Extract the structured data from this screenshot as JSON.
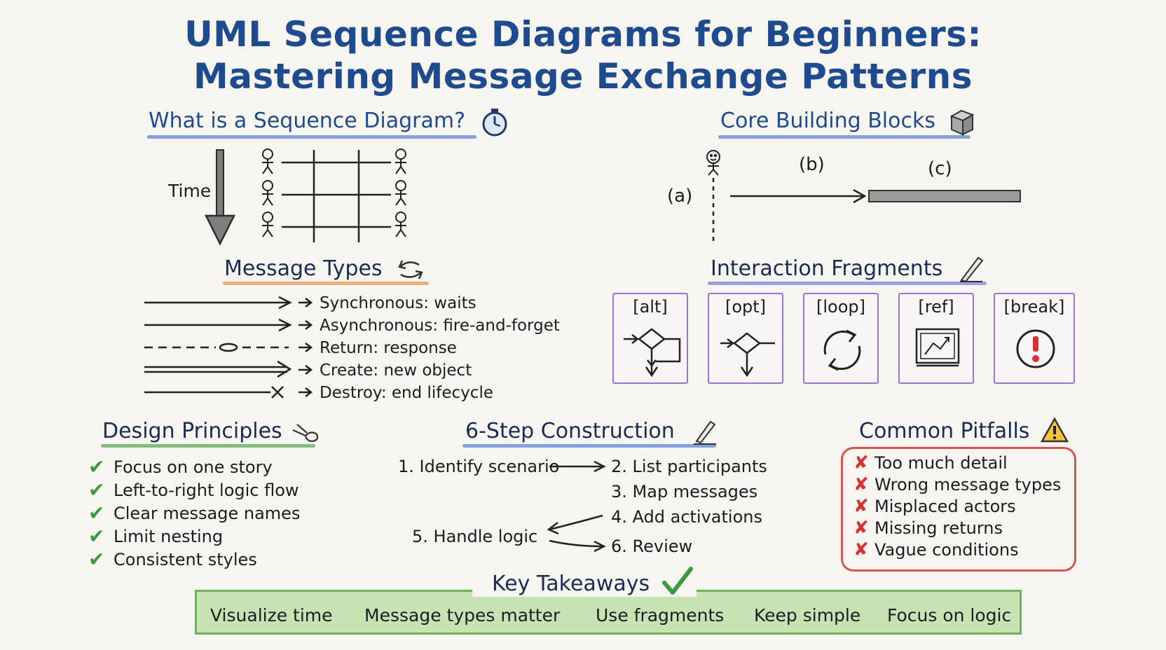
{
  "title": {
    "line1": "UML Sequence Diagrams for Beginners:",
    "line2": "Mastering Message Exchange Patterns"
  },
  "what_is": {
    "heading": "What is a Sequence Diagram?",
    "heading_icon": "stopwatch-icon",
    "time_label": "Time"
  },
  "core_blocks": {
    "heading": "Core Building Blocks",
    "heading_icon": "cube-icon",
    "label_a": "(a)",
    "label_b": "(b)",
    "label_c": "(c)"
  },
  "message_types": {
    "heading": "Message Types",
    "heading_icon": "swap-arrows-icon",
    "items": [
      {
        "label": "Synchronous: waits",
        "style": "solid"
      },
      {
        "label": "Asynchronous: fire-and-forget",
        "style": "solid"
      },
      {
        "label": "Return: response",
        "style": "dashed"
      },
      {
        "label": "Create: new object",
        "style": "double"
      },
      {
        "label": "Destroy: end lifecycle",
        "style": "cross"
      }
    ]
  },
  "fragments": {
    "heading": "Interaction Fragments",
    "heading_icon": "pencil-ruler-icon",
    "items": [
      {
        "label": "[alt]",
        "icon": "decision-flow-icon"
      },
      {
        "label": "[opt]",
        "icon": "optional-decision-icon"
      },
      {
        "label": "[loop]",
        "icon": "loop-arrows-icon"
      },
      {
        "label": "[ref]",
        "icon": "reference-chart-icon"
      },
      {
        "label": "[break]",
        "icon": "alert-circle-icon"
      }
    ]
  },
  "design": {
    "heading": "Design Principles",
    "heading_icon": "hand-pointer-icon",
    "items": [
      "Focus on one story",
      "Left-to-right logic flow",
      "Clear message names",
      "Limit nesting",
      "Consistent styles"
    ]
  },
  "construction": {
    "heading": "6-Step Construction",
    "heading_icon": "pencil-icon",
    "step1": "1. Identify scenario",
    "step2": "2. List participants",
    "step3": "3. Map messages",
    "step4": "4. Add activations",
    "step5": "5. Handle logic",
    "step6": "6. Review"
  },
  "pitfalls": {
    "heading": "Common Pitfalls",
    "heading_icon": "warning-icon",
    "items": [
      "Too much detail",
      "Wrong message types",
      "Misplaced actors",
      "Missing returns",
      "Vague conditions"
    ]
  },
  "takeaways": {
    "heading": "Key Takeaways",
    "heading_icon": "checkmark-icon",
    "items": [
      "Visualize time",
      "Message types matter",
      "Use fragments",
      "Keep simple",
      "Focus on logic"
    ]
  },
  "colors": {
    "title": "#1e4b8f",
    "underline_blue": "#5a86d6",
    "underline_orange": "#e59a55",
    "underline_purple": "#7b84d6",
    "underline_green": "#5aaa55",
    "fragment_border": "#9a74cf",
    "pitfall_red": "#d65451",
    "check_green": "#3c9a3c",
    "takeaway_fill": "#c7e3b3"
  }
}
